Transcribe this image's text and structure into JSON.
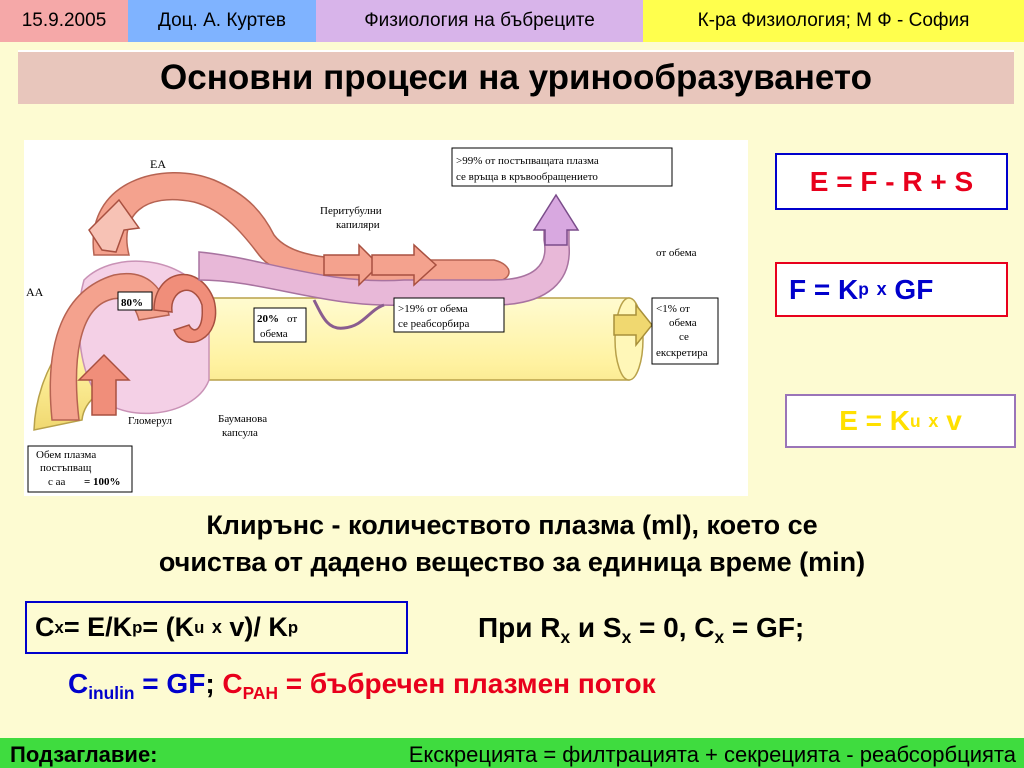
{
  "header": {
    "date": "15.9.2005",
    "author": "Доц. А. Куртев",
    "topic": "Физиология на бъбреците",
    "dept": "К-ра Физиология; М Ф - София"
  },
  "title": "Основни процеси на уринообразуването",
  "equations": {
    "eq1": "E = F - R + S",
    "eq2_lhs": "F = K",
    "eq2_sub": "p",
    "eq2_x": "x",
    "eq2_rhs": "GF",
    "eq3_lhs": "E = K",
    "eq3_sub": "u",
    "eq3_x": "x",
    "eq3_rhs": "v"
  },
  "diagram": {
    "ea": "ЕА",
    "aa": "АА",
    "capillaries_1": "Перитубулни",
    "capillaries_2": "капиляри",
    "return_1": ">99%  от постъпващата плазма",
    "return_2": "се връща в кръвообращението",
    "of_volume": "от обема",
    "p80": "80%",
    "p20_pct": "20%",
    "p20_a": "от",
    "p20_b": "обема",
    "reabs_1": ">19%  от обема",
    "reabs_2": "се реабсорбира",
    "excr_1": "<1%   от",
    "excr_2": "обема",
    "excr_3": "се",
    "excr_4": "екскретира",
    "glomerulus": "Гломерул",
    "capsule_1": "Бауманова",
    "capsule_2": "капсула",
    "inflow_1": "Обем плазма",
    "inflow_2": "постъпващ",
    "inflow_3": "с аа",
    "inflow_4": "= 100%"
  },
  "definition": {
    "line1": "Клирънс - количеството плазма (ml), което се",
    "line2": "очиства от дадено вещество за единица време (min)"
  },
  "clearance": {
    "c": "C",
    "sub_x": "x",
    "eq_e": " = E/K",
    "sub_p": "p",
    "eq_paren": " = (K",
    "sub_u": "u",
    "x_sym": "x",
    "v": "v)/ K",
    "sub_p2": "p"
  },
  "condition": {
    "pre": "При R",
    "sx1": "x",
    "and_s": " и S",
    "sx2": "x",
    "eq0": " = 0, C",
    "sx3": "x",
    "eqgf": " = GF;"
  },
  "inulin": {
    "c": "C",
    "sub": "inulin",
    "eq": " = GF",
    "semi": ";",
    "c2": " C",
    "sub2": "PAH",
    "eq2": " = бъбречен плазмен поток"
  },
  "footer": {
    "label": "Подзаглавие:",
    "text": "Екскрецията = филтрацията + секрецията - реабсорбцията"
  },
  "colors": {
    "blue": "#0000cc",
    "red": "#e8001c",
    "purple_border": "#9a74b8",
    "footer_green": "#3fdc3f"
  }
}
